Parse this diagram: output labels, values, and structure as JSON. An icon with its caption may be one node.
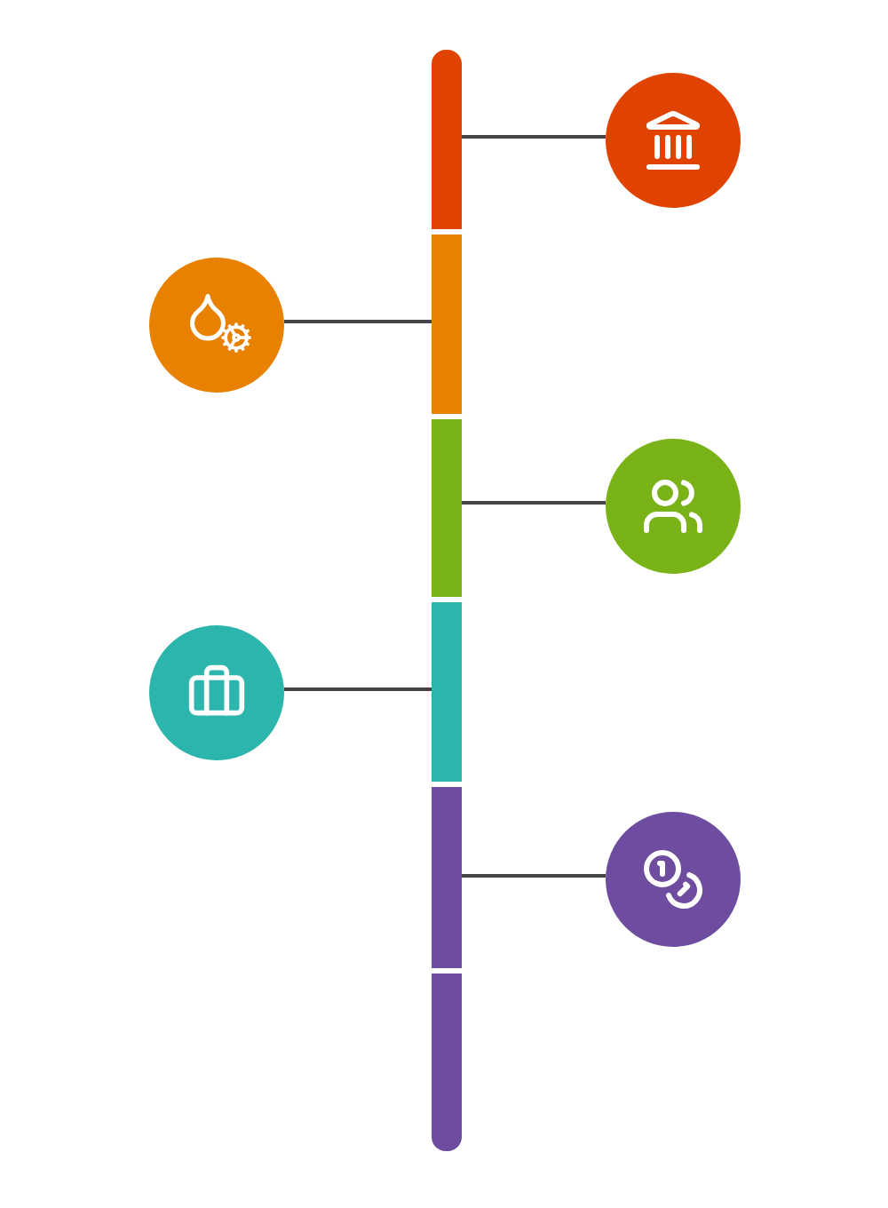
{
  "diagram": {
    "nodes": [
      {
        "text": [],
        "shape": "bar"
      },
      {
        "text": [],
        "shape": "bar"
      },
      {
        "text": [],
        "shape": "bar"
      },
      {
        "text": [],
        "shape": "bar"
      },
      {
        "text": [],
        "shape": "bar"
      },
      {
        "text": [],
        "shape": "bar"
      },
      {
        "text": [],
        "shape": "circle"
      },
      {
        "text": [],
        "shape": "circle"
      },
      {
        "text": [],
        "shape": "circle"
      },
      {
        "text": [],
        "shape": "circle"
      },
      {
        "text": [],
        "shape": "circle"
      }
    ],
    "edges": [
      {
        "from": 0,
        "to": 6,
        "arrow": "none"
      },
      {
        "from": 1,
        "to": 7,
        "arrow": "none"
      },
      {
        "from": 2,
        "to": 8,
        "arrow": "none"
      },
      {
        "from": 3,
        "to": 9,
        "arrow": "none"
      },
      {
        "from": 4,
        "to": 10,
        "arrow": "none"
      }
    ]
  }
}
